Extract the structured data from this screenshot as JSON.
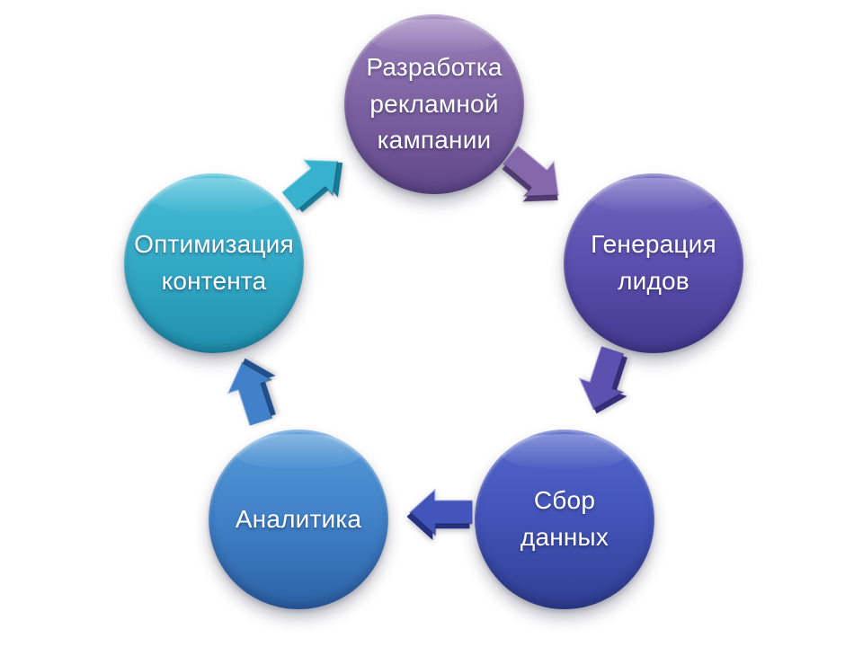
{
  "diagram": {
    "type": "cycle",
    "direction": "clockwise",
    "background": "#ffffff",
    "text_color": "#ffffff",
    "nodes": [
      {
        "id": "campaign-development",
        "label": "Разработка\nрекламной\nкампании",
        "colors": {
          "light": "#9b80bb",
          "base": "#7e63a3",
          "dark": "#5f4788"
        }
      },
      {
        "id": "lead-generation",
        "label": "Генерация\nлидов",
        "colors": {
          "light": "#7166bf",
          "base": "#5b50ae",
          "dark": "#443a90"
        }
      },
      {
        "id": "data-collection",
        "label": "Сбор\nданных",
        "colors": {
          "light": "#5466ca",
          "base": "#4354b9",
          "dark": "#303f92"
        }
      },
      {
        "id": "analytics",
        "label": "Аналитика",
        "colors": {
          "light": "#549ad8",
          "base": "#4182c8",
          "dark": "#2c62a6"
        }
      },
      {
        "id": "content-optimization",
        "label": "Оптимизация\nконтента",
        "colors": {
          "light": "#48bdd8",
          "base": "#34aac7",
          "dark": "#2090ad"
        }
      }
    ],
    "arrows": [
      {
        "from": "campaign-development",
        "to": "lead-generation",
        "colors": {
          "face": "#8568ac",
          "side": "#503c72"
        }
      },
      {
        "from": "lead-generation",
        "to": "data-collection",
        "colors": {
          "face": "#5d51af",
          "side": "#372d79"
        }
      },
      {
        "from": "data-collection",
        "to": "analytics",
        "colors": {
          "face": "#4355bb",
          "side": "#26327f"
        }
      },
      {
        "from": "analytics",
        "to": "content-optimization",
        "colors": {
          "face": "#4081c9",
          "side": "#21508d"
        }
      },
      {
        "from": "content-optimization",
        "to": "campaign-development",
        "colors": {
          "face": "#37b1ce",
          "side": "#167b95"
        }
      }
    ]
  }
}
